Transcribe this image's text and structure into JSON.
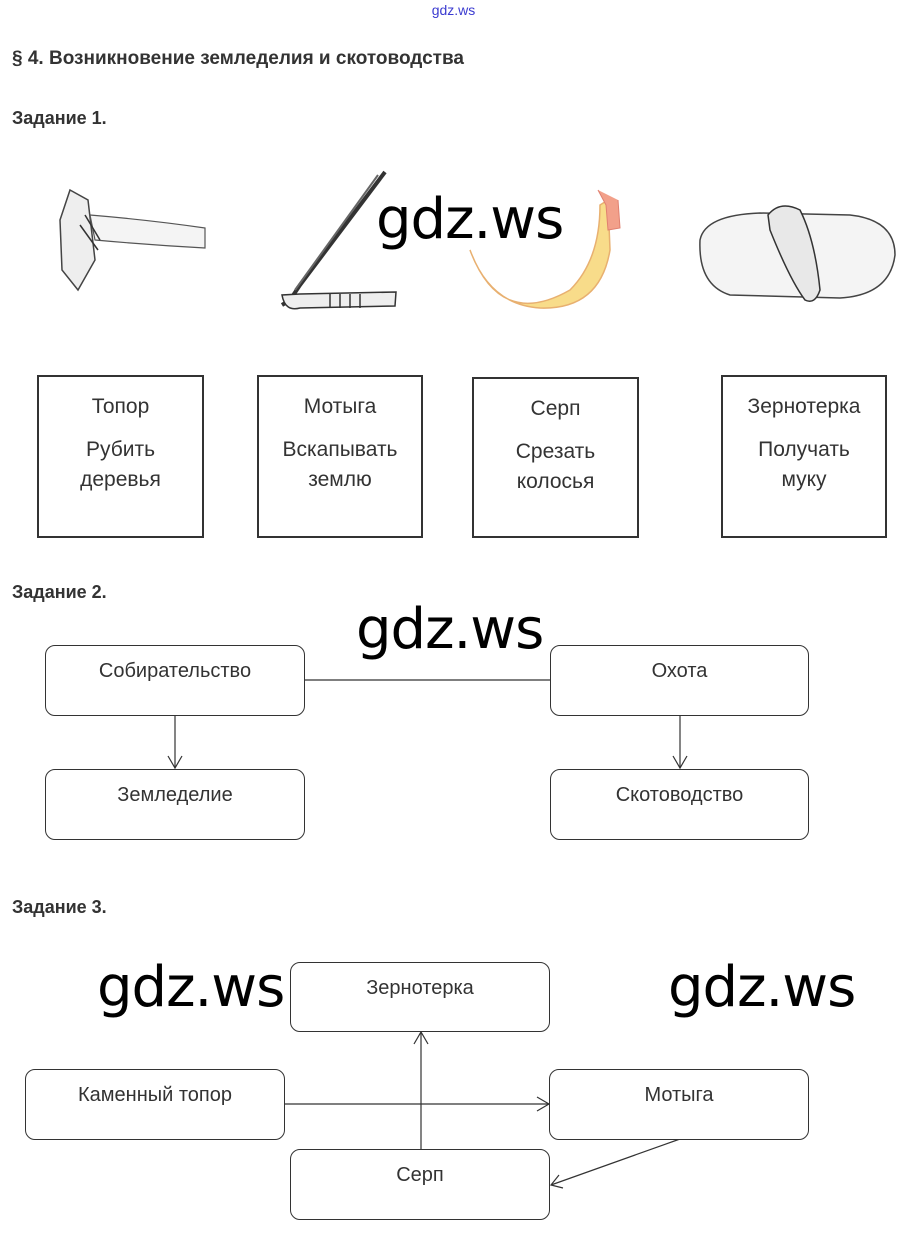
{
  "header": {
    "site_link": "gdz.ws",
    "title": "§ 4. Возникновение земледелия и скотоводства"
  },
  "watermark": "gdz.ws",
  "task1": {
    "label": "Задание 1.",
    "tools": [
      {
        "icon": "stone-axe-image",
        "name": "Топор",
        "use_line1": "Рубить",
        "use_line2": "деревья"
      },
      {
        "icon": "hoe-image",
        "name": "Мотыга",
        "use_line1": "Вскапывать",
        "use_line2": "землю"
      },
      {
        "icon": "sickle-image",
        "name": "Серп",
        "use_line1": "Срезать",
        "use_line2": "колосья"
      },
      {
        "icon": "grain-grinder-image",
        "name": "Зернотерка",
        "use_line1": "Получать",
        "use_line2": "муку"
      }
    ]
  },
  "task2": {
    "label": "Задание 2.",
    "nodes": {
      "gathering": "Собирательство",
      "hunting": "Охота",
      "farming": "Земледелие",
      "herding": "Скотоводство"
    }
  },
  "task3": {
    "label": "Задание 3.",
    "nodes": {
      "grinder": "Зернотерка",
      "axe": "Каменный топор",
      "hoe": "Мотыга",
      "sickle": "Серп"
    }
  }
}
